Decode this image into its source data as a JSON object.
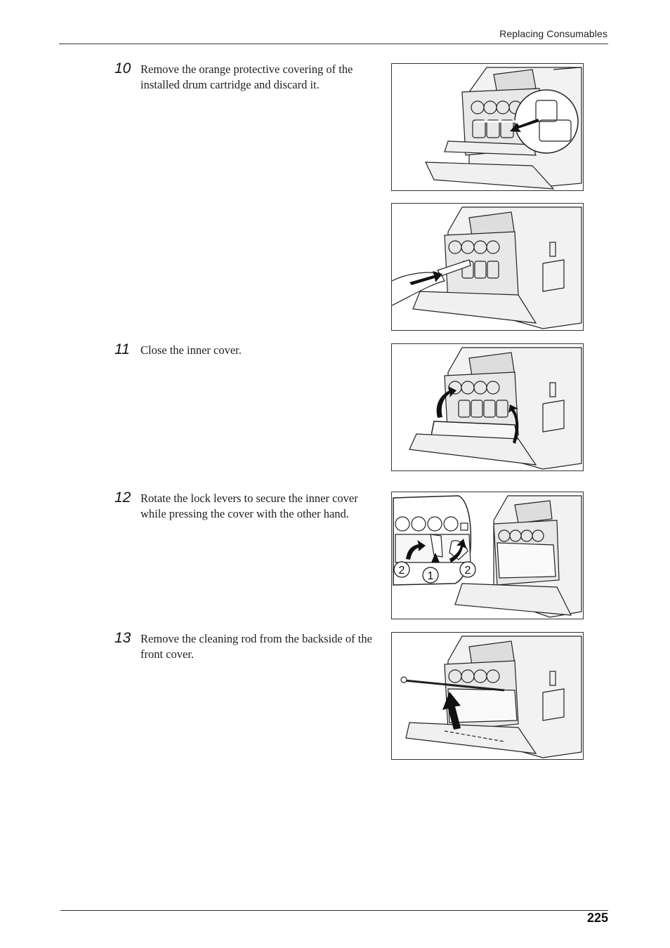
{
  "header": {
    "section_title": "Replacing Consumables"
  },
  "steps": [
    {
      "number": "10",
      "text": "Remove the orange protective covering of the installed drum cartridge and discard it."
    },
    {
      "number": "11",
      "text": "Close the inner cover."
    },
    {
      "number": "12",
      "text": "Rotate the lock levers to secure the inner cover while pressing the cover with the other hand."
    },
    {
      "number": "13",
      "text": "Remove the cleaning rod from the backside of the front cover."
    }
  ],
  "figures": {
    "fig4_callouts": [
      "2",
      "1",
      "2"
    ]
  },
  "footer": {
    "page_number": "225"
  }
}
